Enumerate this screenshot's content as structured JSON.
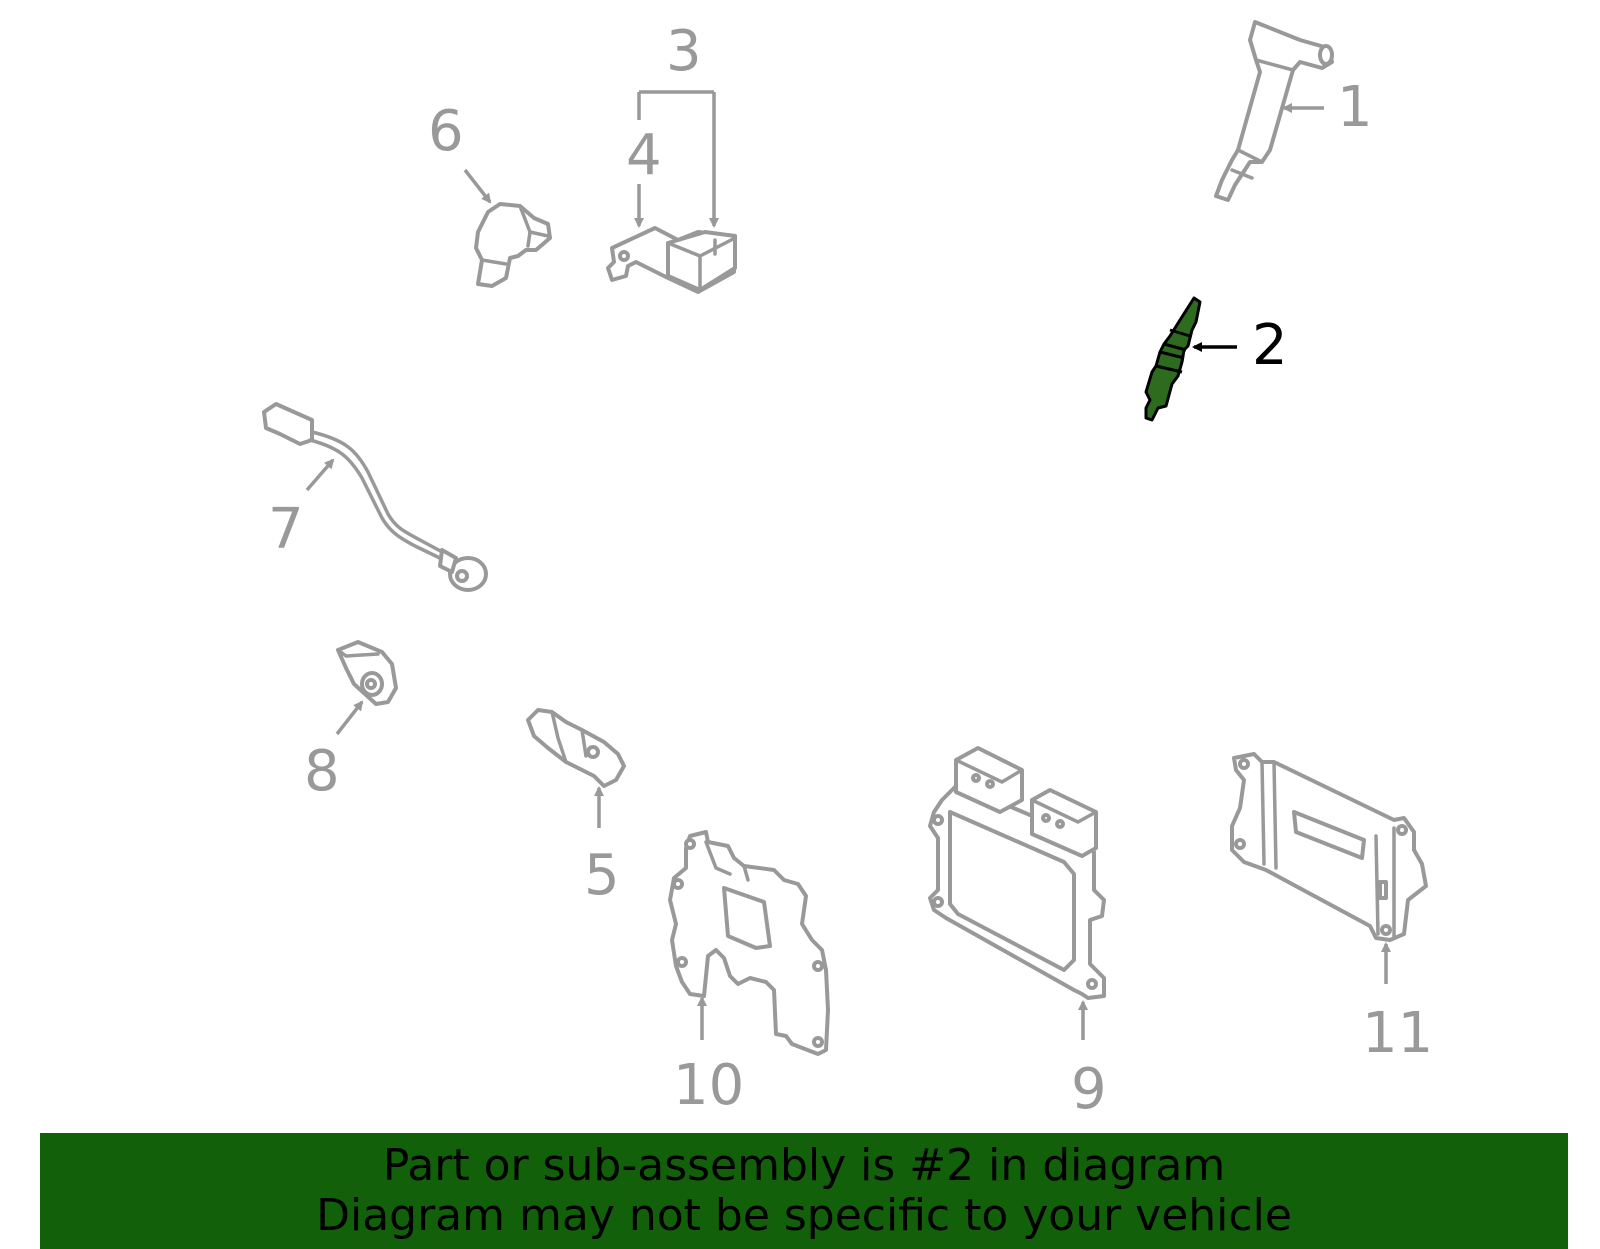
{
  "callouts": [
    {
      "id": "1",
      "label": "1"
    },
    {
      "id": "2",
      "label": "2"
    },
    {
      "id": "3",
      "label": "3"
    },
    {
      "id": "4",
      "label": "4"
    },
    {
      "id": "5",
      "label": "5"
    },
    {
      "id": "6",
      "label": "6"
    },
    {
      "id": "7",
      "label": "7"
    },
    {
      "id": "8",
      "label": "8"
    },
    {
      "id": "9",
      "label": "9"
    },
    {
      "id": "10",
      "label": "10"
    },
    {
      "id": "11",
      "label": "11"
    }
  ],
  "highlighted_part": "2",
  "banner": {
    "line1": "Part or sub-assembly is #2 in diagram",
    "line2": "Diagram may not be specific to your vehicle"
  },
  "colors": {
    "banner_bg": "#12600a",
    "highlight": "#2d6b1e",
    "part_stroke": "#999999"
  }
}
